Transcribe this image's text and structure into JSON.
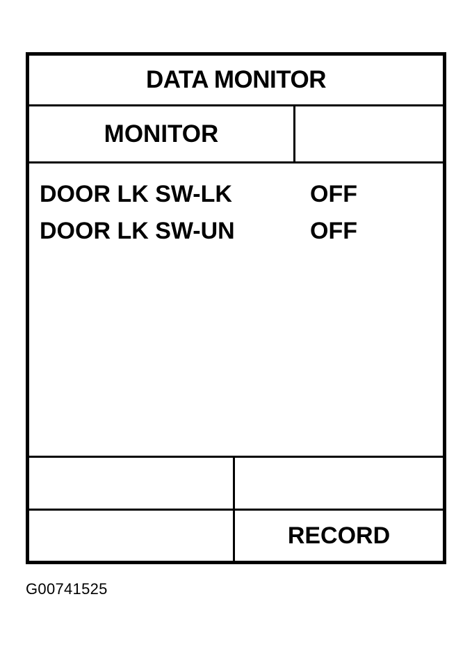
{
  "screen": {
    "title": "DATA MONITOR",
    "header": {
      "left_label": "MONITOR",
      "right_label": ""
    },
    "items": [
      {
        "name": "DOOR LK SW-LK",
        "value": "OFF"
      },
      {
        "name": "DOOR LK SW-UN",
        "value": "OFF"
      }
    ],
    "buttons": {
      "top_left": "",
      "top_right": "",
      "bottom_left": "",
      "record": "RECORD"
    }
  },
  "caption": "G00741525"
}
